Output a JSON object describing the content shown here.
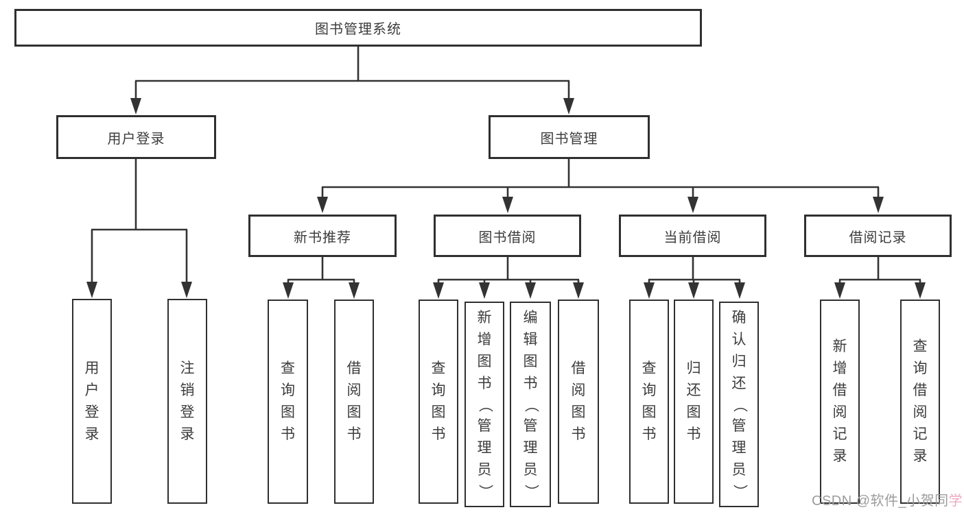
{
  "diagram": {
    "title_node": {
      "label": "图书管理系统"
    },
    "level1": [
      {
        "label": "用户登录"
      },
      {
        "label": "图书管理"
      }
    ],
    "level2": [
      {
        "label": "新书推荐"
      },
      {
        "label": "图书借阅"
      },
      {
        "label": "当前借阅"
      },
      {
        "label": "借阅记录"
      }
    ],
    "leaves": [
      {
        "label": "用户登录"
      },
      {
        "label": "注销登录"
      },
      {
        "label": "查询图书"
      },
      {
        "label": "借阅图书"
      },
      {
        "label": "查询图书"
      },
      {
        "label": "新增图书（管理员）"
      },
      {
        "label": "编辑图书（管理员）"
      },
      {
        "label": "借阅图书"
      },
      {
        "label": "查询图书"
      },
      {
        "label": "归还图书"
      },
      {
        "label": "确认归还（管理员）"
      },
      {
        "label": "新增借阅记录"
      },
      {
        "label": "查询借阅记录"
      }
    ]
  },
  "watermark": {
    "text_main": "CSDN @软件_小贺同",
    "text_accent": "学"
  },
  "colors": {
    "line": "#333333",
    "box_border": "#2f2f2f",
    "text": "#3c3c3c",
    "background": "#ffffff",
    "watermark_gray": "#9c9c9c",
    "watermark_pink": "#eda9c2"
  }
}
